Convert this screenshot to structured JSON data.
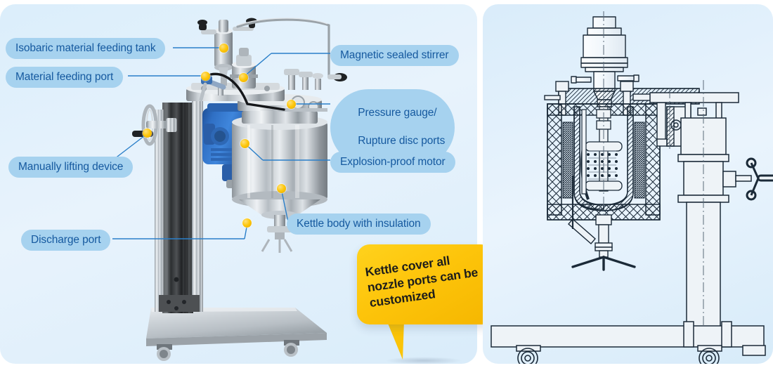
{
  "page": {
    "background_color": "#ffffff",
    "panel_gradient_from": "#dbeefb",
    "panel_gradient_to": "#d9ecfa"
  },
  "style": {
    "pill_bg": "#a6d2ef",
    "pill_text_color": "#15599f",
    "leader_line_color": "#2a7fc9",
    "marker_dot_color": "#fdc70c",
    "bubble_bg": "#fdc40a",
    "bubble_text_color": "#1d1d1b",
    "drawing_line_color": "#1b2a38"
  },
  "left_panel": {
    "name": "product-photo-panel",
    "callouts": [
      {
        "id": "isobaric-material-feeding-tank",
        "label": "Isobaric material feeding tank",
        "lines": [
          "Isobaric material feeding tank"
        ],
        "side": "left"
      },
      {
        "id": "material-feeding-port",
        "label": "Material feeding port",
        "lines": [
          "Material feeding port"
        ],
        "side": "left"
      },
      {
        "id": "manually-lifting-device",
        "label": "Manually lifting device",
        "lines": [
          "Manually lifting device"
        ],
        "side": "left"
      },
      {
        "id": "discharge-port",
        "label": "Discharge port",
        "lines": [
          "Discharge port"
        ],
        "side": "left"
      },
      {
        "id": "magnetic-sealed-stirrer",
        "label": "Magnetic sealed stirrer",
        "lines": [
          "Magnetic sealed stirrer"
        ],
        "side": "right"
      },
      {
        "id": "pressure-gauge-rupture-disc-ports",
        "label": "Pressure gauge/ Rupture disc ports",
        "lines": [
          "Pressure gauge/",
          "Rupture disc ports"
        ],
        "side": "right"
      },
      {
        "id": "explosion-proof-motor",
        "label": "Explosion-proof motor",
        "lines": [
          "Explosion-proof motor"
        ],
        "side": "right"
      },
      {
        "id": "kettle-body-with-insulation",
        "label": "Kettle body with insulation",
        "lines": [
          "Kettle body with insulation"
        ],
        "side": "right"
      }
    ],
    "callout_text": {
      "isobaric": "Isobaric material feeding tank",
      "feeding_port": "Material feeding port",
      "lifting": "Manually lifting device",
      "discharge": "Discharge port",
      "stirrer": "Magnetic sealed stirrer",
      "gauge_line1": "Pressure gauge/",
      "gauge_line2": "Rupture disc ports",
      "motor": "Explosion-proof motor",
      "kettle": "Kettle body with insulation"
    }
  },
  "callout_bubble": {
    "name": "customization-callout",
    "lines": [
      "Kettle cover all",
      "nozzle ports can be",
      "customized"
    ],
    "text": "Kettle cover all nozzle ports can be customized"
  },
  "right_panel": {
    "name": "technical-drawing-panel",
    "description": "Cross-section engineering drawing of the magnetically stirred pressure reactor on a mobile lifting stand"
  }
}
